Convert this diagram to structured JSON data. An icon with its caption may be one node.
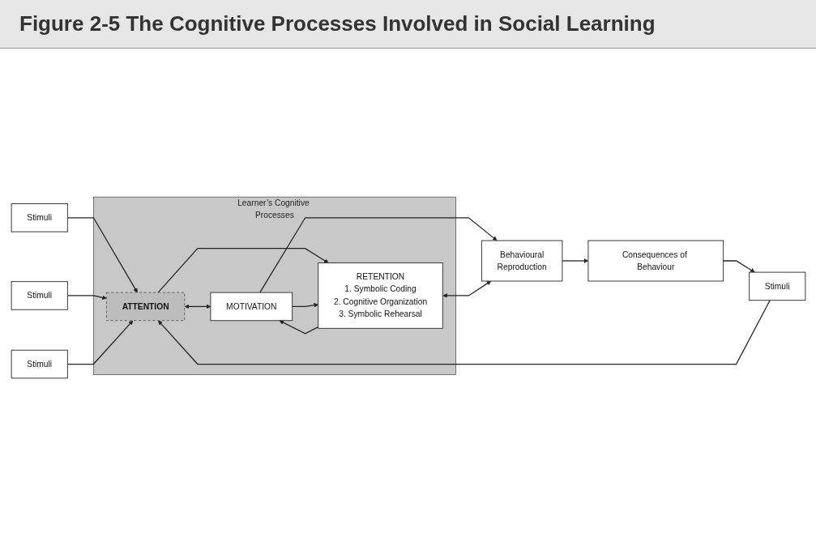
{
  "diagram": {
    "title": "Figure 2-5 The Cognitive Processes Involved in Social Learning",
    "nodes": [
      {
        "text": [
          "Learner’s Cognitive Processes"
        ]
      },
      {
        "text": [
          "ATTENTION"
        ],
        "in": 0
      },
      {
        "text": [
          "MOTIVATION"
        ],
        "in": 0
      },
      {
        "text": [
          "RETENTION",
          "1. Symbolic Coding",
          "2. Cognitive Organization",
          "3. Symbolic Rehearsal"
        ],
        "in": 0
      },
      {
        "text": [
          "Behavioural",
          "Reproduction"
        ]
      },
      {
        "text": [
          "Stimuli"
        ]
      },
      {
        "text": [
          "Stimuli"
        ]
      },
      {
        "text": [
          "Stimuli"
        ]
      },
      {
        "text": [
          "Stimuli"
        ]
      },
      {
        "text": [
          "Consequences of Behaviour"
        ]
      }
    ],
    "edges": [
      {
        "from": 5,
        "to": 1,
        "arrow": "to"
      },
      {
        "from": 6,
        "to": 1,
        "arrow": "to"
      },
      {
        "from": 7,
        "to": 1,
        "arrow": "to"
      },
      {
        "from": 8,
        "to": 1,
        "arrow": "to"
      },
      {
        "from": 1,
        "to": 2,
        "arrow": "both"
      },
      {
        "from": 1,
        "to": 3,
        "arrow": "to"
      },
      {
        "from": 3,
        "to": 2,
        "arrow": "to"
      },
      {
        "from": 2,
        "to": 3,
        "arrow": "to"
      },
      {
        "from": 2,
        "to": 4,
        "arrow": "to"
      },
      {
        "from": 3,
        "to": 4,
        "arrow": "both"
      },
      {
        "from": 4,
        "to": 9,
        "arrow": "to"
      },
      {
        "from": 9,
        "to": 8,
        "arrow": "to"
      }
    ]
  }
}
